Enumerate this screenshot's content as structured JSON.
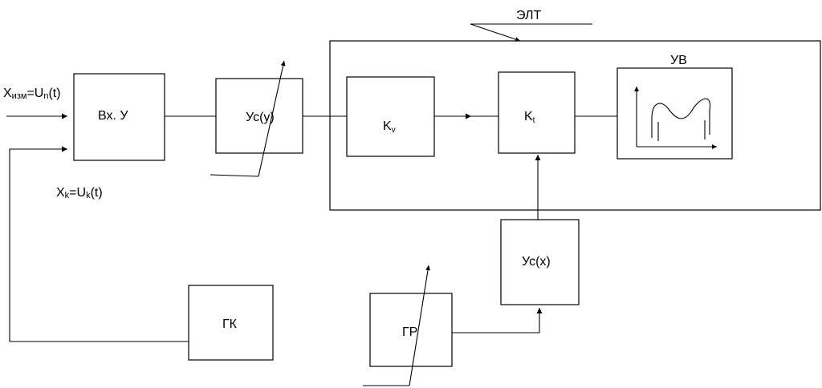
{
  "blocks": {
    "input_unit": "Вх. У",
    "amp_y": "Ус(у)",
    "kv": {
      "main": "K",
      "sub": "v"
    },
    "kt": {
      "main": "K",
      "sub": "t"
    },
    "display_unit": "УВ",
    "amp_x": "Ус(х)",
    "cal_generator": "ГК",
    "sweep_generator": "ГР"
  },
  "crt_label": "ЭЛТ",
  "signals": {
    "measured": {
      "x": "X",
      "x_sub": "изм",
      "eq": "=U",
      "u_sub": "n",
      "arg": "(t)"
    },
    "calibration": {
      "x": "X",
      "x_sub": "k",
      "eq": "=U",
      "u_sub": "k",
      "arg": "(t)"
    }
  }
}
